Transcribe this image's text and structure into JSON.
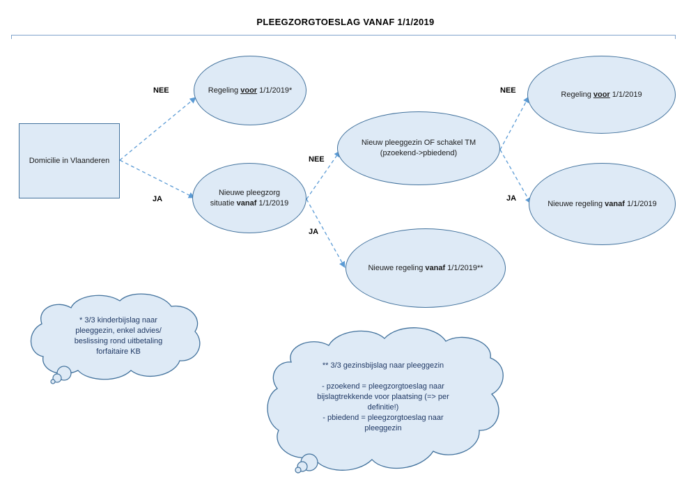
{
  "title": "PLEEGZORGTOESLAG VANAF 1/1/2019",
  "nodes": {
    "domicilie": "Domicilie in Vlaanderen",
    "regeling_voor_1": {
      "prefix": "Regeling ",
      "emph": "voor",
      "suffix": " 1/1/2019*"
    },
    "nieuwe_situatie": {
      "line1": "Nieuwe pleegzorg",
      "line2_prefix": "situatie ",
      "line2_emph": "vanaf",
      "line2_suffix": " 1/1/2019"
    },
    "nieuw_pleeggezin": {
      "line1": "Nieuw pleeggezin OF schakel TM",
      "line2": "(pzoekend->pbiedend)"
    },
    "nieuwe_regeling_mid": {
      "prefix": "Nieuwe regeling ",
      "emph": "vanaf",
      "suffix": " 1/1/2019**"
    },
    "regeling_voor_2": {
      "prefix": "Regeling ",
      "emph": "voor",
      "suffix": " 1/1/2019"
    },
    "nieuwe_regeling_right": {
      "prefix": "Nieuwe regeling ",
      "emph": "vanaf",
      "suffix": " 1/1/2019"
    }
  },
  "edge_labels": {
    "nee_1": "NEE",
    "ja_1": "JA",
    "nee_2": "NEE",
    "ja_2": "JA",
    "nee_3": "NEE",
    "ja_3": "JA"
  },
  "notes": {
    "note_1": [
      "* 3/3 kinderbijslag naar",
      "pleeggezin, enkel advies/",
      "beslissing rond uitbetaling",
      "forfaitaire KB"
    ],
    "note_2": [
      "** 3/3 gezinsbijslag naar pleeggezin",
      "",
      "- pzoekend = pleegzorgtoeslag naar",
      "bijslagtrekkende voor plaatsing (=> per",
      "definitie!)",
      "- pbiedend = pleegzorgtoeslag naar",
      "pleeggezin"
    ]
  },
  "colors": {
    "shape_fill": "#deeaf6",
    "shape_stroke": "#41719c",
    "connector": "#5b9bd5",
    "note_text": "#1f3864"
  }
}
